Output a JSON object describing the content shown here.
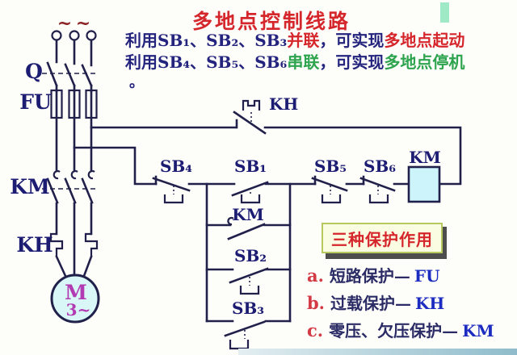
{
  "header": {
    "title": "多地点控制线路",
    "line1_p1": "利用SB₁、SB₂、SB₃",
    "line1_p2": "并联",
    "line1_p3": "，可实现",
    "line1_p4": "多地点起动",
    "line2_p1": "利用SB₄、SB₅、SB₆",
    "line2_p2": "串联",
    "line2_p3": "，可实现",
    "line2_p4": "多地点停机",
    "period": "。"
  },
  "circuit": {
    "ac_tilde": "~",
    "labels": {
      "q": "Q",
      "fu": "FU",
      "km_main": "KM",
      "kh_heater": "KH",
      "motor": "M",
      "motor_phases": "3~",
      "kh_contact": "KH",
      "sb4": "SB₄",
      "sb1": "SB₁",
      "sb5": "SB₅",
      "sb6": "SB₆",
      "km_coil": "KM",
      "km_aux": "KM",
      "sb2": "SB₂",
      "sb3": "SB₃"
    }
  },
  "protection": {
    "box_title": "三种保护作用",
    "items": [
      {
        "marker": "a.",
        "text": "短路保护—",
        "device": "FU"
      },
      {
        "marker": "b.",
        "text": "过载保护—",
        "device": "KH"
      },
      {
        "marker": "c.",
        "text": "零压、欠压保护—",
        "device": "KM"
      }
    ]
  },
  "colors": {
    "title_red": "#d5262b",
    "navy_text": "#24247e",
    "green_text": "#2ea44e",
    "label_navy": "#1c1c72",
    "device_blue": "#1c2cc0",
    "motor_magenta": "#b23ab2",
    "wire": "#20204a",
    "coil_fill": "#cdf3fb",
    "motor_fill": "#d9f7f7",
    "box_bg": "#fbfde2",
    "box_border": "#b6c95e"
  }
}
